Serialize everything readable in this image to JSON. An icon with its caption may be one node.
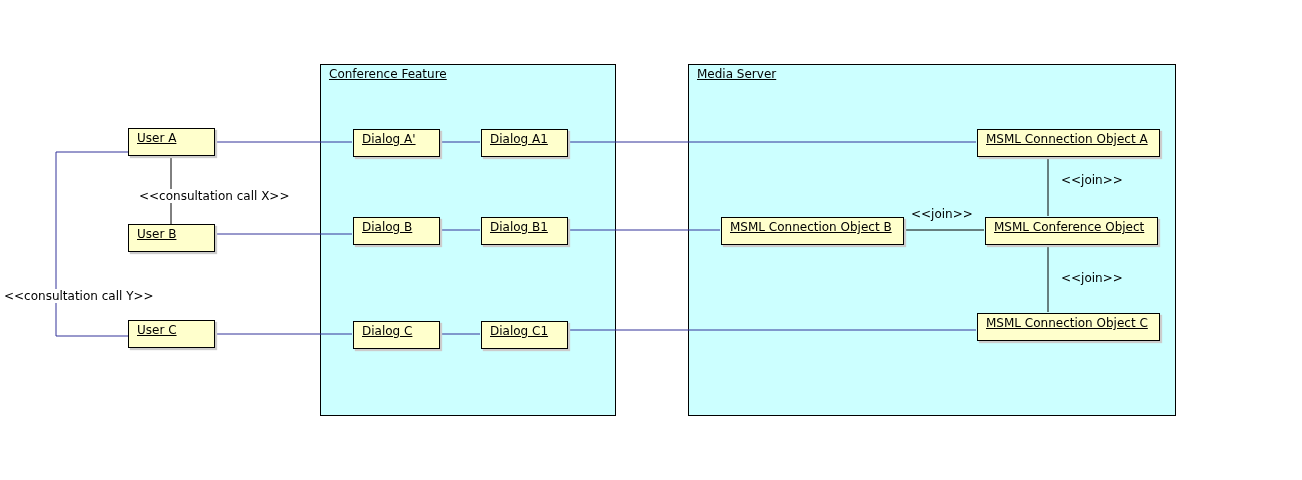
{
  "diagram": {
    "nodes": [
      {
        "text": [
          "Conference Feature"
        ]
      },
      {
        "text": [
          "Media Server"
        ]
      },
      {
        "text": [
          "User A"
        ]
      },
      {
        "text": [
          "User B"
        ]
      },
      {
        "text": [
          "User C"
        ]
      },
      {
        "text": [
          "Dialog A'"
        ],
        "in": 0
      },
      {
        "text": [
          "Dialog A1"
        ],
        "in": 0
      },
      {
        "text": [
          "Dialog B"
        ],
        "in": 0
      },
      {
        "text": [
          "Dialog B1"
        ],
        "in": 0
      },
      {
        "text": [
          "Dialog C"
        ],
        "in": 0
      },
      {
        "text": [
          "Dialog C1"
        ],
        "in": 0
      },
      {
        "text": [
          "MSML Connection Object A"
        ],
        "in": 1
      },
      {
        "text": [
          "MSML Connection Object B"
        ],
        "in": 1
      },
      {
        "text": [
          "MSML Conference Object"
        ],
        "in": 1
      },
      {
        "text": [
          "MSML Connection Object C"
        ],
        "in": 1
      }
    ],
    "edges": [
      {
        "from": 2,
        "to": 5,
        "arrow": "none"
      },
      {
        "from": 5,
        "to": 6,
        "arrow": "none"
      },
      {
        "from": 6,
        "to": 11,
        "arrow": "none"
      },
      {
        "from": 3,
        "to": 7,
        "arrow": "none"
      },
      {
        "from": 7,
        "to": 8,
        "arrow": "none"
      },
      {
        "from": 8,
        "to": 12,
        "arrow": "none"
      },
      {
        "from": 4,
        "to": 9,
        "arrow": "none"
      },
      {
        "from": 9,
        "to": 10,
        "arrow": "none"
      },
      {
        "from": 10,
        "to": 14,
        "arrow": "none"
      },
      {
        "from": 2,
        "to": 3,
        "label": "<<consultation call X>>",
        "arrow": "none",
        "color": "#000000"
      },
      {
        "from": 2,
        "to": 4,
        "label": "<<consultation call Y>>",
        "arrow": "none"
      },
      {
        "from": 11,
        "to": 13,
        "label": "<<join>>",
        "arrow": "none",
        "color": "#000000"
      },
      {
        "from": 12,
        "to": 13,
        "label": "<<join>>",
        "arrow": "none",
        "color": "#000000"
      },
      {
        "from": 13,
        "to": 14,
        "label": "<<join>>",
        "arrow": "none",
        "color": "#000000"
      }
    ]
  }
}
